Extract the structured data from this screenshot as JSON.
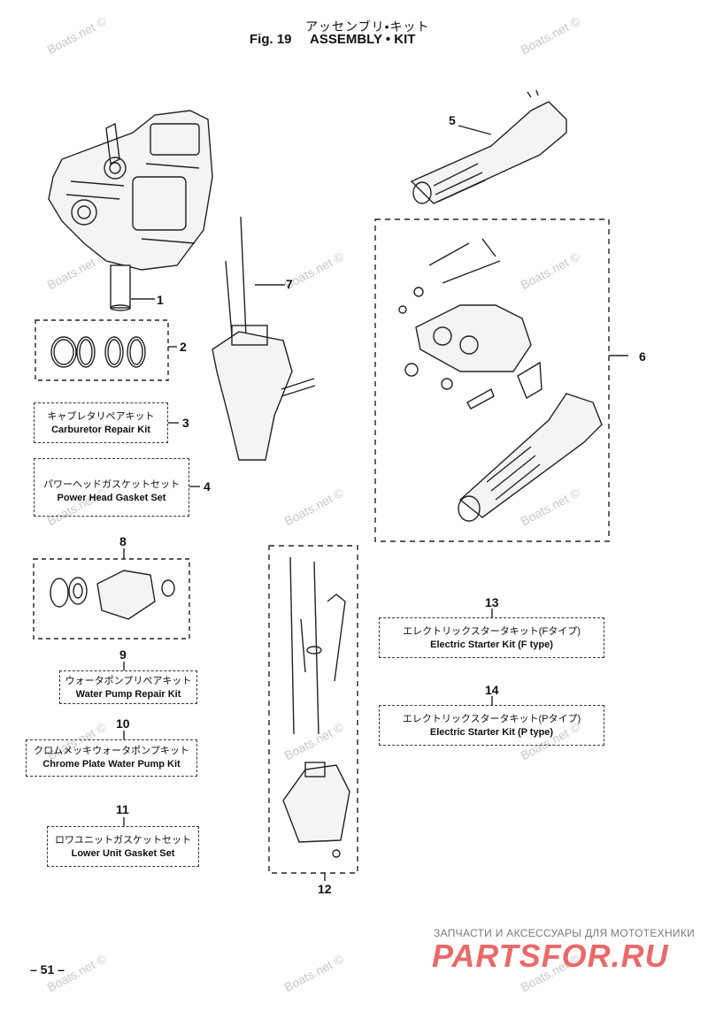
{
  "header": {
    "title_jp": "アッセンブリ•キット",
    "fig_label": "Fig. 19",
    "title_en": "ASSEMBLY • KIT"
  },
  "watermark": "Boats.net ©",
  "callouts": [
    "1",
    "2",
    "3",
    "4",
    "5",
    "6",
    "7",
    "8",
    "9",
    "10",
    "11",
    "12",
    "13",
    "14"
  ],
  "kits": {
    "k3": {
      "jp": "キャブレタリペアキット",
      "en": "Carburetor Repair Kit"
    },
    "k4": {
      "jp": "パワーヘッドガスケットセット",
      "en": "Power Head Gasket Set"
    },
    "k9": {
      "jp": "ウォータポンプリペアキット",
      "en": "Water Pump Repair Kit"
    },
    "k10": {
      "jp": "クロムメッキウォータポンプキット",
      "en": "Chrome Plate Water Pump Kit"
    },
    "k11": {
      "jp": "ロワユニットガスケットセット",
      "en": "Lower Unit Gasket Set"
    },
    "k13": {
      "jp": "エレクトリックスタータキット(Fタイプ)",
      "en": "Electric Starter Kit (F type)"
    },
    "k14": {
      "jp": "エレクトリックスタータキット(Pタイプ)",
      "en": "Electric Starter Kit (P type)"
    }
  },
  "footer": {
    "page": "– 51 –",
    "brand_tagline": "ЗАПЧАСТИ И АКСЕССУАРЫ ДЛЯ МОТОТЕХНИКИ",
    "brand_name": "PARTSFOR.RU"
  },
  "colors": {
    "line": "#222222",
    "watermark": "#c8c8c8",
    "brand": "#e86a6a"
  }
}
